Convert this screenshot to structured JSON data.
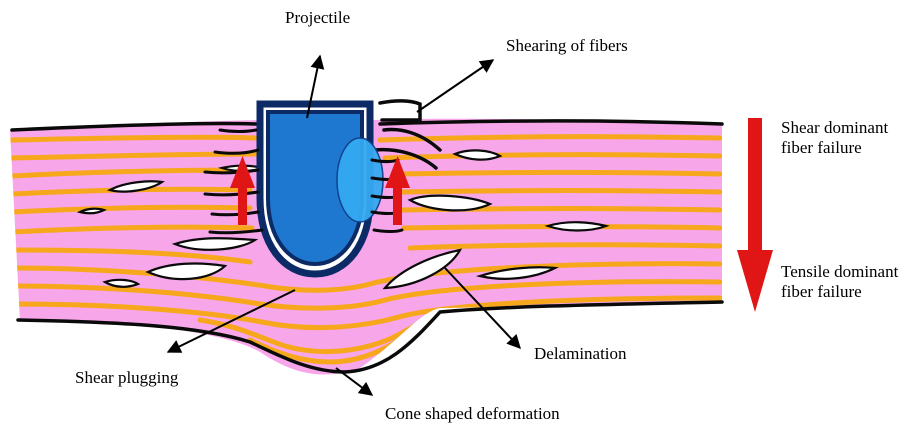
{
  "labels": {
    "projectile": "Projectile",
    "shearing": "Shearing of fibers",
    "shear_dominant": "Shear dominant\nfiber failure",
    "tensile_dominant": "Tensile dominant\nfiber failure",
    "shear_plugging": "Shear plugging",
    "delamination": "Delamination",
    "cone": "Cone shaped deformation"
  },
  "colors": {
    "laminate": "#f7a6ea",
    "fiber": "#f7a71b",
    "outline": "#0a0a0a",
    "projectile": "#1e78d0",
    "projectile_rim": "#0b2a66",
    "highlight": "#35a9f2",
    "force_arrow": "#e01616",
    "crack": "#ffffff"
  },
  "icons": [
    "arrow-icon"
  ]
}
